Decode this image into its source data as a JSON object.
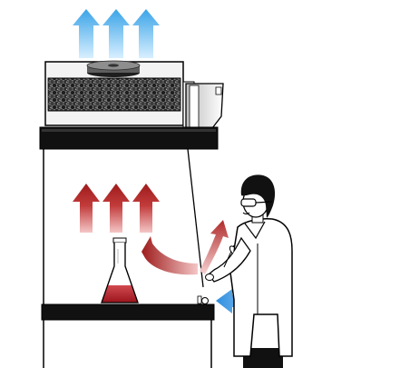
{
  "colors": {
    "exhaust_arrow_light": "#d8efff",
    "exhaust_arrow_dark": "#3aa4e8",
    "contaminated_arrow_light": "#f4c6c6",
    "contaminated_arrow_dark": "#9e1b1b",
    "inflow_arrow": "#2f8fe0",
    "flask_liquid": "#b5232a",
    "outline": "#000000",
    "filter_granules": "#3a3a3a",
    "housing_fill": "#f3f3f3",
    "slab_fill": "#111111"
  },
  "components": {
    "exhaust_arrows": 3,
    "contaminated_air_arrows": 3,
    "curved_arrows": 2,
    "inflow_arrows": 1
  },
  "icons": [
    "fan-icon",
    "filter-icon",
    "flask-icon",
    "scientist-figure",
    "airflow-arrow-icon"
  ]
}
